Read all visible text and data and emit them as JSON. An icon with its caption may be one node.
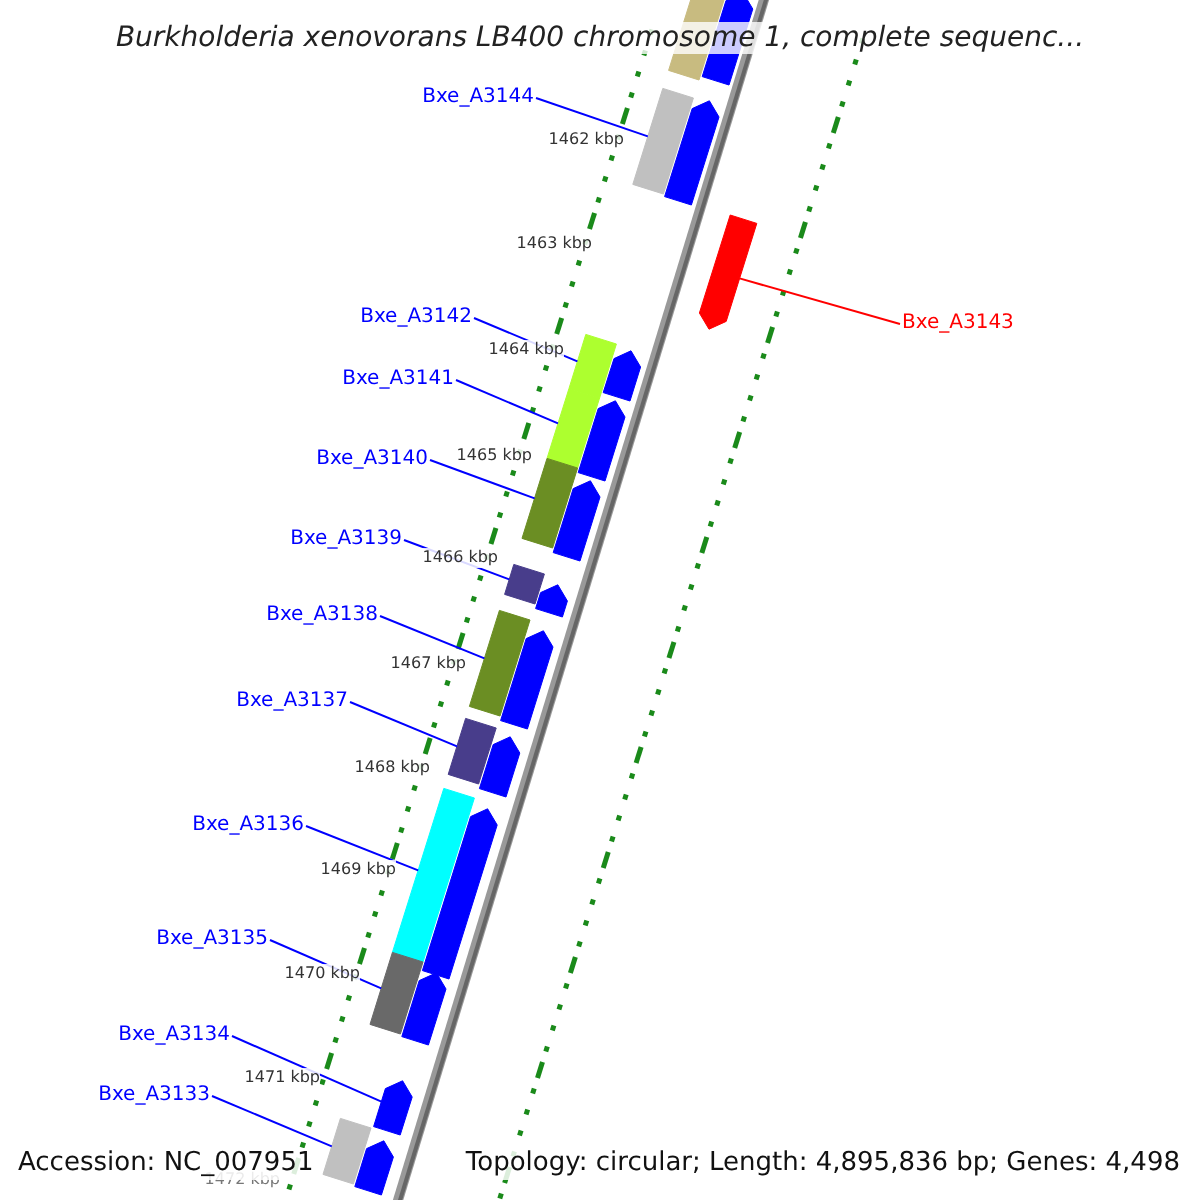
{
  "diagram": {
    "title": "Burkholderia xenovorans LB400 chromosome 1, complete sequenc...",
    "nodes": [
      {
        "text": [
          "Bxe_A3144"
        ]
      },
      {
        "text": [
          "Bxe_A3142"
        ]
      },
      {
        "text": [
          "Bxe_A3143"
        ]
      },
      {
        "text": [
          "Bxe_A3141"
        ]
      },
      {
        "text": [
          "Bxe_A3140"
        ]
      },
      {
        "text": [
          "Bxe_A3139"
        ]
      },
      {
        "text": [
          "Bxe_A3138"
        ]
      },
      {
        "text": [
          "Bxe_A3137"
        ]
      },
      {
        "text": [
          "Bxe_A3136"
        ]
      },
      {
        "text": [
          "Bxe_A3135"
        ]
      },
      {
        "text": [
          "Bxe_A3134"
        ]
      },
      {
        "text": [
          "Bxe_A3133"
        ]
      },
      {
        "text": [],
        "shape": "bar"
      },
      {
        "text": [],
        "shape": "bar"
      },
      {
        "text": [],
        "shape": "arrow"
      },
      {
        "text": [],
        "shape": "bar"
      },
      {
        "text": [],
        "shape": "bar"
      },
      {
        "text": [],
        "shape": "bar"
      },
      {
        "text": [],
        "shape": "bar"
      },
      {
        "text": [],
        "shape": "bar"
      },
      {
        "text": [],
        "shape": "bar"
      },
      {
        "text": [],
        "shape": "bar"
      },
      {
        "text": [],
        "shape": "arrow"
      },
      {
        "text": [],
        "shape": "bar"
      },
      {
        "text": [],
        "shape": "bar"
      },
      {
        "text": [],
        "shape": "arrow"
      },
      {
        "text": [],
        "shape": "arrow"
      },
      {
        "text": [],
        "shape": "arrow"
      },
      {
        "text": [],
        "shape": "arrow"
      },
      {
        "text": [],
        "shape": "arrow"
      },
      {
        "text": [],
        "shape": "arrow"
      },
      {
        "text": [],
        "shape": "arrow"
      },
      {
        "text": [],
        "shape": "arrow"
      },
      {
        "text": [],
        "shape": "arrow"
      },
      {
        "text": [],
        "shape": "arrow"
      },
      {
        "text": [],
        "shape": "arrow"
      }
    ],
    "edges": [
      {
        "from": 0,
        "to": 12,
        "arrow": "none"
      },
      {
        "from": 1,
        "to": 13,
        "arrow": "none"
      },
      {
        "from": 2,
        "to": 14,
        "arrow": "none",
        "color": "#ff0000"
      },
      {
        "from": 3,
        "to": 15,
        "arrow": "none"
      },
      {
        "from": 4,
        "to": 16,
        "arrow": "none"
      },
      {
        "from": 5,
        "to": 17,
        "arrow": "none"
      },
      {
        "from": 6,
        "to": 18,
        "arrow": "none"
      },
      {
        "from": 7,
        "to": 19,
        "arrow": "none"
      },
      {
        "from": 8,
        "to": 20,
        "arrow": "none"
      },
      {
        "from": 9,
        "to": 21,
        "arrow": "none"
      },
      {
        "from": 10,
        "to": 22,
        "arrow": "none"
      },
      {
        "from": 11,
        "to": 23,
        "arrow": "none"
      }
    ],
    "labels": [
      "1462 kbp",
      "1463 kbp",
      "1464 kbp",
      "1465 kbp",
      "1466 kbp",
      "1467 kbp",
      "1468 kbp",
      "1469 kbp",
      "1470 kbp",
      "1471 kbp",
      "1472 kbp",
      "Accession: NC_007951",
      "Topology: circular; Length: 4,895,836 bp; Genes: 4,498"
    ]
  }
}
